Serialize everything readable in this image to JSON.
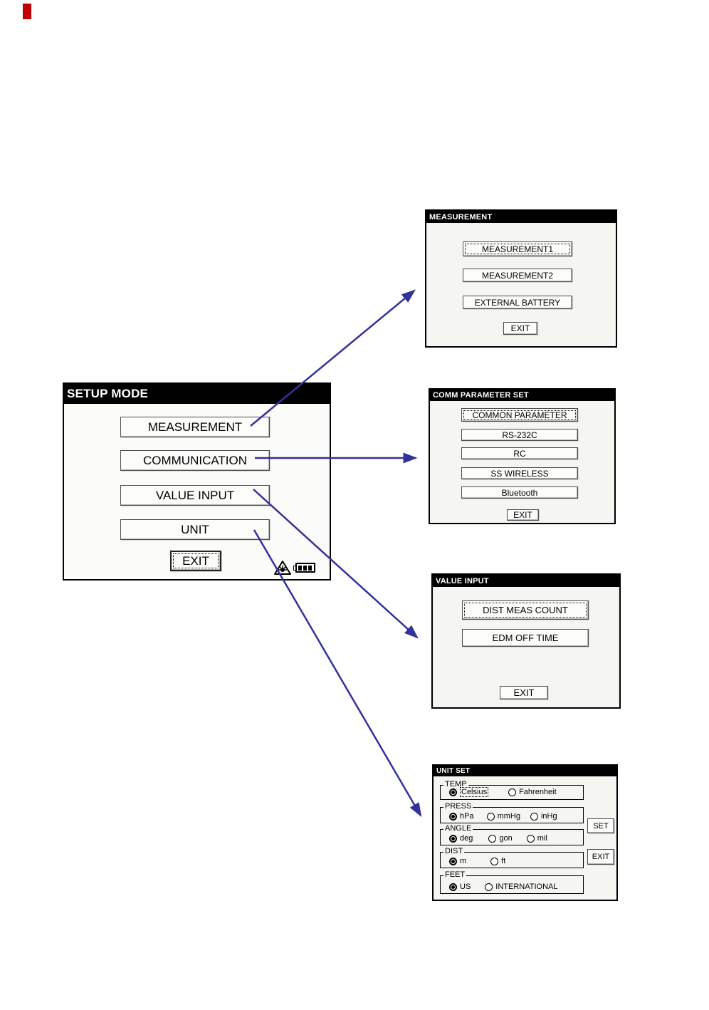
{
  "page": {
    "corner_mark_color": "#c00000",
    "arrow_color": "#32329b"
  },
  "setup_window": {
    "title": "SETUP MODE",
    "menu_buttons": [
      "MEASUREMENT",
      "COMMUNICATION",
      "VALUE INPUT",
      "UNIT"
    ],
    "exit_label": "EXIT",
    "status_icons": [
      "laser-plummet-icon",
      "battery-level-icon"
    ]
  },
  "measurement_window": {
    "title": "MEASUREMENT",
    "buttons": [
      "MEASUREMENT1",
      "MEASUREMENT2",
      "EXTERNAL BATTERY"
    ],
    "exit_label": "EXIT"
  },
  "comm_window": {
    "title": "COMM PARAMETER SET",
    "buttons": [
      "COMMON PARAMETER",
      "RS-232C",
      "RC",
      "SS WIRELESS",
      "Bluetooth"
    ],
    "exit_label": "EXIT"
  },
  "value_input_window": {
    "title": "VALUE INPUT",
    "buttons": [
      "DIST MEAS COUNT",
      "EDM OFF TIME"
    ],
    "exit_label": "EXIT"
  },
  "unit_window": {
    "title": "UNIT SET",
    "groups": [
      {
        "label": "TEMP",
        "options": [
          {
            "label": "Celsius",
            "selected": true,
            "focused": true
          },
          {
            "label": "Fahrenheit",
            "selected": false
          }
        ]
      },
      {
        "label": "PRESS",
        "options": [
          {
            "label": "hPa",
            "selected": true
          },
          {
            "label": "mmHg",
            "selected": false
          },
          {
            "label": "inHg",
            "selected": false
          }
        ]
      },
      {
        "label": "ANGLE",
        "options": [
          {
            "label": "deg",
            "selected": true
          },
          {
            "label": "gon",
            "selected": false
          },
          {
            "label": "mil",
            "selected": false
          }
        ]
      },
      {
        "label": "DIST",
        "options": [
          {
            "label": "m",
            "selected": true
          },
          {
            "label": "ft",
            "selected": false
          }
        ]
      },
      {
        "label": "FEET",
        "options": [
          {
            "label": "US",
            "selected": true
          },
          {
            "label": "INTERNATIONAL",
            "selected": false
          }
        ]
      }
    ],
    "set_label": "SET",
    "exit_label": "EXIT"
  },
  "arrows": [
    {
      "from": "MEASUREMENT button",
      "to": "MEASUREMENT window"
    },
    {
      "from": "COMMUNICATION button",
      "to": "COMM PARAMETER SET window"
    },
    {
      "from": "VALUE INPUT button",
      "to": "VALUE INPUT window"
    },
    {
      "from": "UNIT button",
      "to": "UNIT SET window"
    }
  ]
}
